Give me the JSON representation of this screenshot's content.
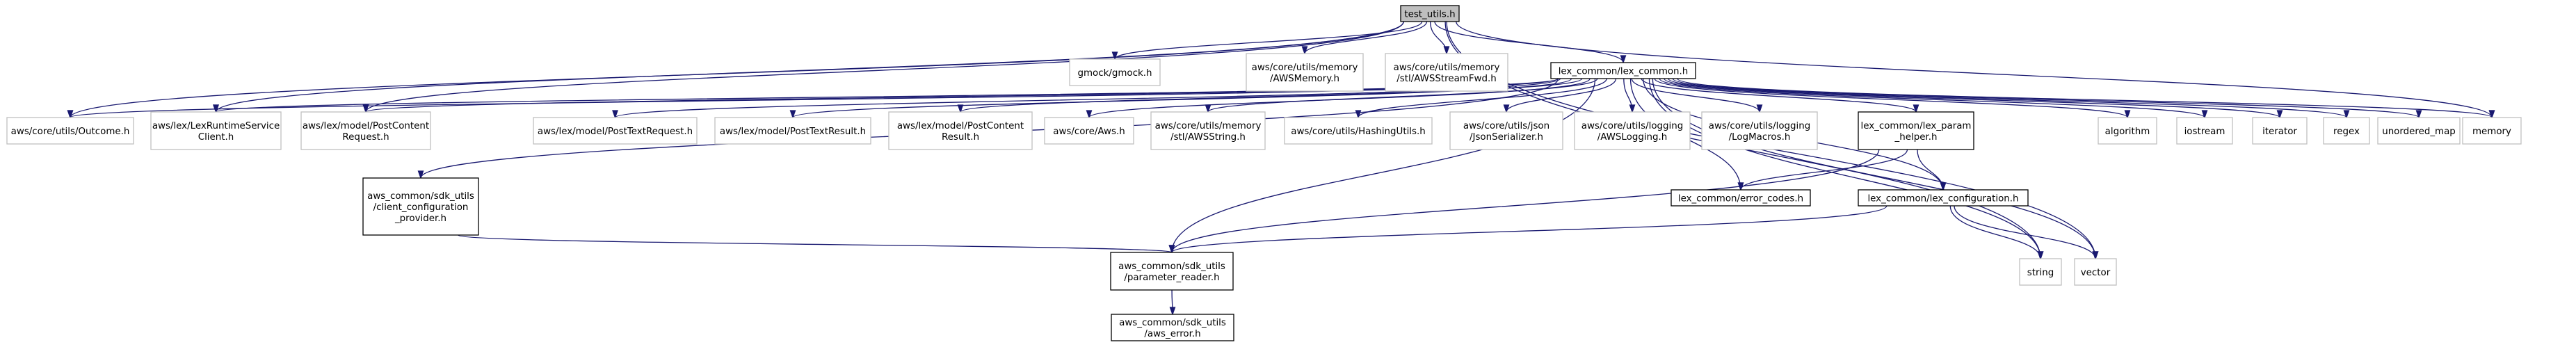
{
  "diagram": {
    "nodes": [
      {
        "id": "test_utils",
        "kind": "root",
        "lines": [
          "test_utils.h"
        ]
      },
      {
        "id": "gmock",
        "kind": "sys",
        "lines": [
          "gmock/gmock.h"
        ]
      },
      {
        "id": "awsmemory",
        "kind": "sys",
        "lines": [
          "aws/core/utils/memory",
          "/AWSMemory.h"
        ]
      },
      {
        "id": "streamfwd",
        "kind": "sys",
        "lines": [
          "aws/core/utils/memory",
          "/stl/AWSStreamFwd.h"
        ]
      },
      {
        "id": "lex_common",
        "kind": "proj",
        "lines": [
          "lex_common/lex_common.h"
        ]
      },
      {
        "id": "outcome",
        "kind": "sys",
        "lines": [
          "aws/core/utils/Outcome.h"
        ]
      },
      {
        "id": "lexruntime",
        "kind": "sys",
        "lines": [
          "aws/lex/LexRuntimeService",
          "Client.h"
        ]
      },
      {
        "id": "postcontentreq",
        "kind": "sys",
        "lines": [
          "aws/lex/model/PostContent",
          "Request.h"
        ]
      },
      {
        "id": "client_config",
        "kind": "proj",
        "lines": [
          "aws_common/sdk_utils",
          "/client_configuration",
          "_provider.h"
        ]
      },
      {
        "id": "posttextreq",
        "kind": "sys",
        "lines": [
          "aws/lex/model/PostTextRequest.h"
        ]
      },
      {
        "id": "posttextres",
        "kind": "sys",
        "lines": [
          "aws/lex/model/PostTextResult.h"
        ]
      },
      {
        "id": "postcontentres",
        "kind": "sys",
        "lines": [
          "aws/lex/model/PostContent",
          "Result.h"
        ]
      },
      {
        "id": "awsh",
        "kind": "sys",
        "lines": [
          "aws/core/Aws.h"
        ]
      },
      {
        "id": "awsstring",
        "kind": "sys",
        "lines": [
          "aws/core/utils/memory",
          "/stl/AWSString.h"
        ]
      },
      {
        "id": "hashing",
        "kind": "sys",
        "lines": [
          "aws/core/utils/HashingUtils.h"
        ]
      },
      {
        "id": "jsonser",
        "kind": "sys",
        "lines": [
          "aws/core/utils/json",
          "/JsonSerializer.h"
        ]
      },
      {
        "id": "awslogging",
        "kind": "sys",
        "lines": [
          "aws/core/utils/logging",
          "/AWSLogging.h"
        ]
      },
      {
        "id": "logmacros",
        "kind": "sys",
        "lines": [
          "aws/core/utils/logging",
          "/LogMacros.h"
        ]
      },
      {
        "id": "param_helper",
        "kind": "proj",
        "lines": [
          "lex_common/lex_param",
          "_helper.h"
        ]
      },
      {
        "id": "algorithm",
        "kind": "sys",
        "lines": [
          "algorithm"
        ]
      },
      {
        "id": "iostream",
        "kind": "sys",
        "lines": [
          "iostream"
        ]
      },
      {
        "id": "iterator",
        "kind": "sys",
        "lines": [
          "iterator"
        ]
      },
      {
        "id": "regex",
        "kind": "sys",
        "lines": [
          "regex"
        ]
      },
      {
        "id": "unordered_map",
        "kind": "sys",
        "lines": [
          "unordered_map"
        ]
      },
      {
        "id": "memory",
        "kind": "sys",
        "lines": [
          "memory"
        ]
      },
      {
        "id": "error_codes",
        "kind": "proj",
        "lines": [
          "lex_common/error_codes.h"
        ]
      },
      {
        "id": "lex_config",
        "kind": "proj",
        "lines": [
          "lex_common/lex_configuration.h"
        ]
      },
      {
        "id": "param_reader",
        "kind": "proj",
        "lines": [
          "aws_common/sdk_utils",
          "/parameter_reader.h"
        ]
      },
      {
        "id": "string",
        "kind": "sys",
        "lines": [
          "string"
        ]
      },
      {
        "id": "vector",
        "kind": "sys",
        "lines": [
          "vector"
        ]
      },
      {
        "id": "aws_error",
        "kind": "proj",
        "lines": [
          "aws_common/sdk_utils",
          "/aws_error.h"
        ]
      }
    ],
    "edges": [
      [
        "test_utils",
        "gmock"
      ],
      [
        "test_utils",
        "awsmemory"
      ],
      [
        "test_utils",
        "streamfwd"
      ],
      [
        "test_utils",
        "lex_common"
      ],
      [
        "test_utils",
        "outcome"
      ],
      [
        "test_utils",
        "lexruntime"
      ],
      [
        "test_utils",
        "postcontentreq"
      ],
      [
        "test_utils",
        "memory"
      ],
      [
        "test_utils",
        "string"
      ],
      [
        "test_utils",
        "vector"
      ],
      [
        "lex_common",
        "outcome"
      ],
      [
        "lex_common",
        "lexruntime"
      ],
      [
        "lex_common",
        "postcontentreq"
      ],
      [
        "lex_common",
        "client_config"
      ],
      [
        "lex_common",
        "posttextreq"
      ],
      [
        "lex_common",
        "posttextres"
      ],
      [
        "lex_common",
        "postcontentres"
      ],
      [
        "lex_common",
        "awsh"
      ],
      [
        "lex_common",
        "awsstring"
      ],
      [
        "lex_common",
        "hashing"
      ],
      [
        "lex_common",
        "jsonser"
      ],
      [
        "lex_common",
        "awslogging"
      ],
      [
        "lex_common",
        "logmacros"
      ],
      [
        "lex_common",
        "param_helper"
      ],
      [
        "lex_common",
        "algorithm"
      ],
      [
        "lex_common",
        "iostream"
      ],
      [
        "lex_common",
        "iterator"
      ],
      [
        "lex_common",
        "regex"
      ],
      [
        "lex_common",
        "unordered_map"
      ],
      [
        "lex_common",
        "memory"
      ],
      [
        "lex_common",
        "error_codes"
      ],
      [
        "lex_common",
        "lex_config"
      ],
      [
        "lex_common",
        "param_reader"
      ],
      [
        "lex_common",
        "string"
      ],
      [
        "lex_common",
        "vector"
      ],
      [
        "client_config",
        "param_reader"
      ],
      [
        "param_helper",
        "error_codes"
      ],
      [
        "param_helper",
        "lex_config"
      ],
      [
        "param_helper",
        "param_reader"
      ],
      [
        "lex_config",
        "param_reader"
      ],
      [
        "lex_config",
        "string"
      ],
      [
        "lex_config",
        "vector"
      ],
      [
        "param_reader",
        "aws_error"
      ]
    ]
  }
}
